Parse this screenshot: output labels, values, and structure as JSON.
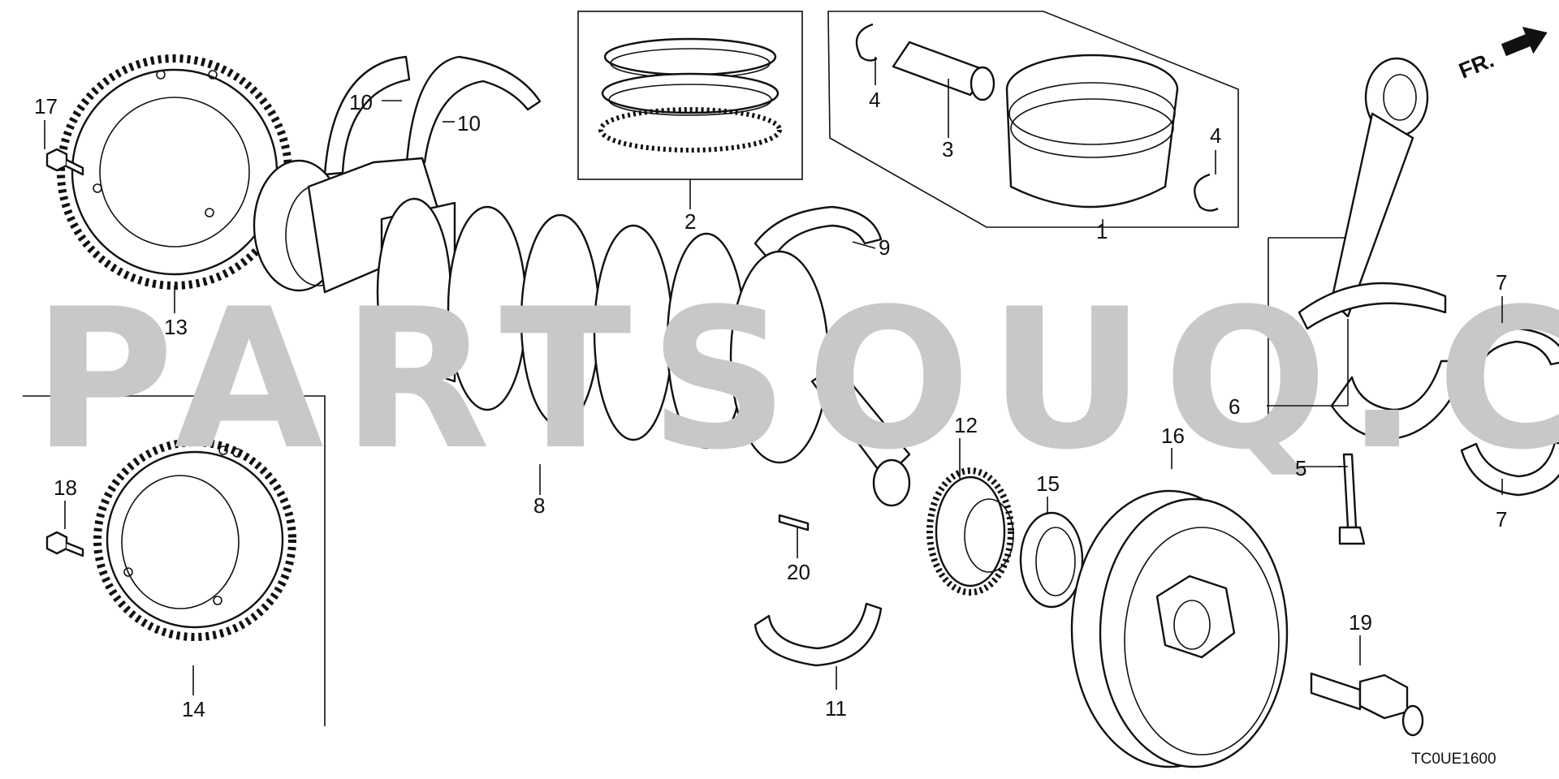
{
  "watermark": "PARTSOUQ.COM",
  "direction_indicator": {
    "label": "FR."
  },
  "diagram_code": "TC0UE1600",
  "callouts": [
    "1",
    "2",
    "3",
    "4",
    "4",
    "5",
    "6",
    "7",
    "7",
    "8",
    "9",
    "10",
    "10",
    "11",
    "12",
    "13",
    "14",
    "15",
    "16",
    "17",
    "18",
    "19",
    "20"
  ]
}
